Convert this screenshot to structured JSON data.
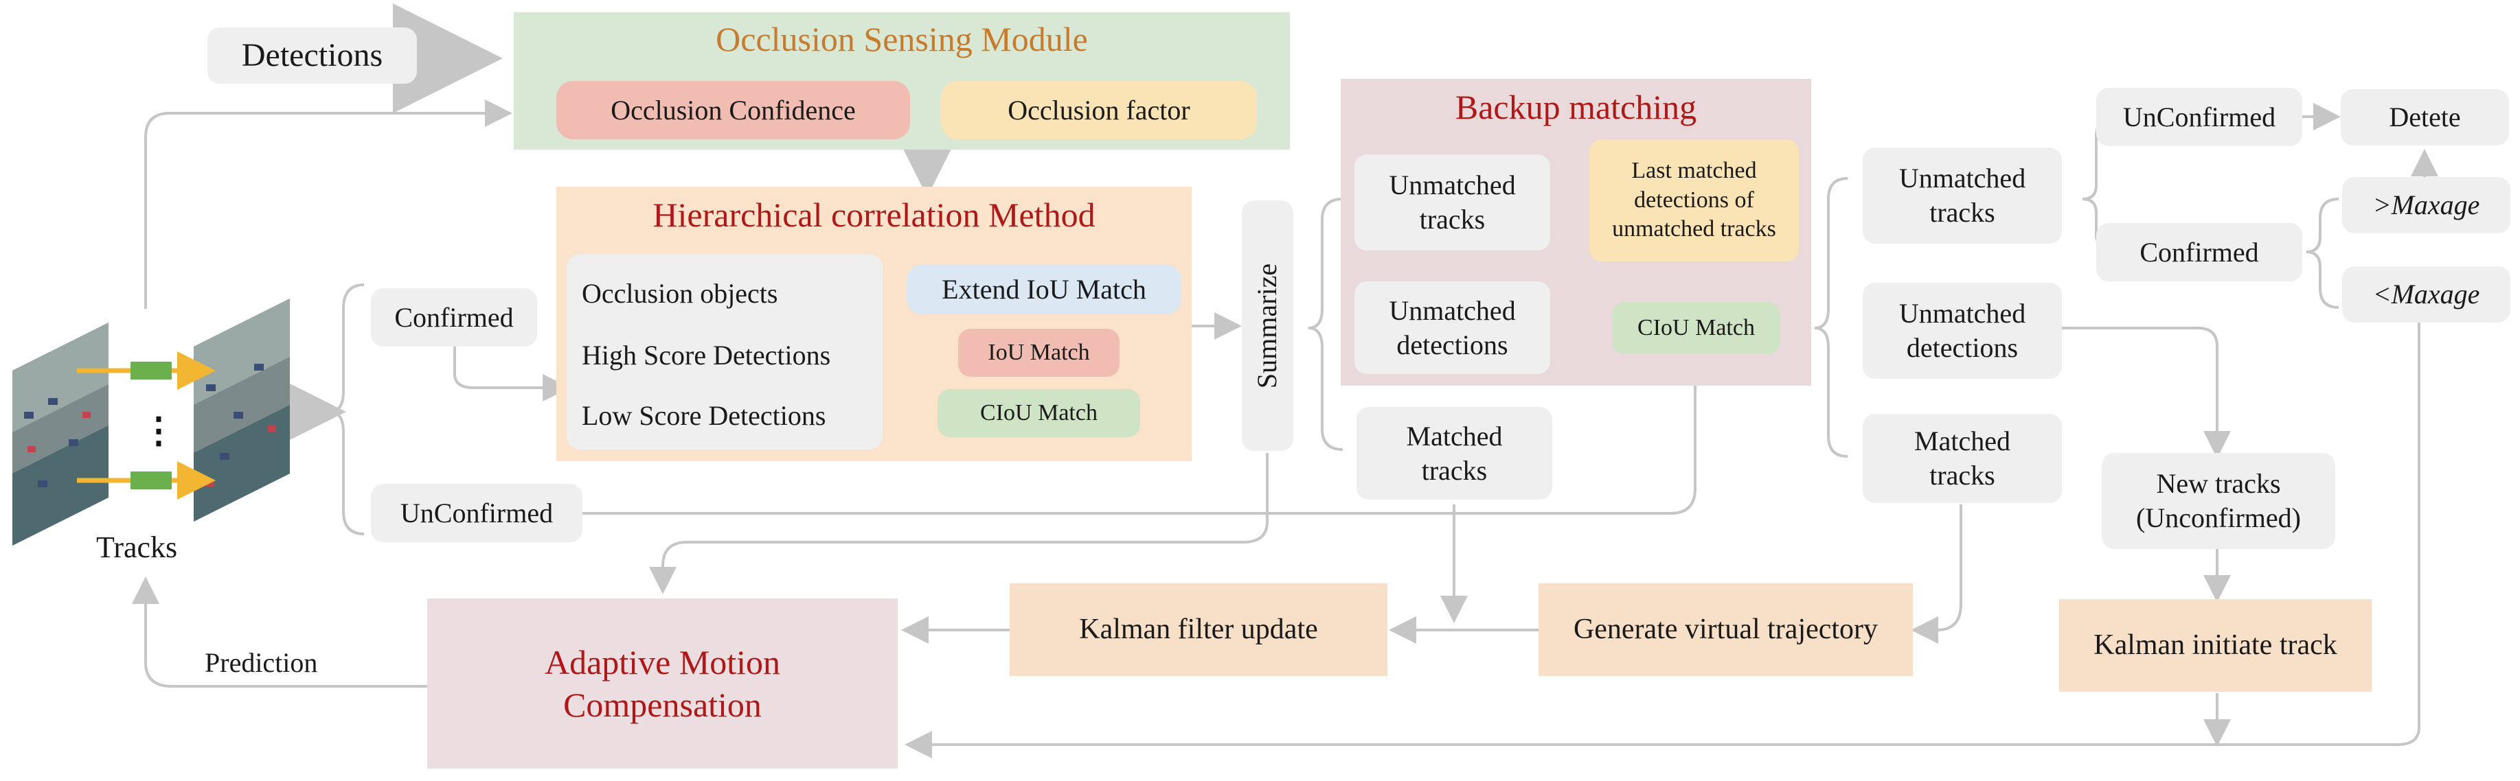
{
  "colors": {
    "gray_box": "#efefef",
    "osm_bg": "#d8e8d4",
    "osm_title": "#c77b2c",
    "red_title": "#b01818",
    "hcm_bg": "#fbe2cb",
    "backup_bg": "#e9d9db",
    "amc_bg": "#ecdde0",
    "peach": "#f8dfc7",
    "pink_pill": "#f1bdb2",
    "yellow_pill": "#fae3b4",
    "blue_pill": "#dbe8f4",
    "green_pill": "#cfe3c5",
    "arrow": "#c6c6c6"
  },
  "nodes": {
    "detections": "Detections",
    "tracks": "Tracks",
    "confirmed": "Confirmed",
    "unconfirmed": "UnConfirmed",
    "summarize": "Summarize",
    "prediction": "Prediction",
    "amc_line1": "Adaptive Motion",
    "amc_line2": "Compensation",
    "kalman_update": "Kalman filter update",
    "virtual_traj": "Generate virtual trajectory",
    "kalman_init": "Kalman initiate track",
    "new_tracks_line1": "New tracks",
    "new_tracks_line2": "(Unconfirmed)",
    "right_unmatched_tracks_line1": "Unmatched",
    "right_unmatched_tracks_line2": "tracks",
    "right_unmatched_dets_line1": "Unmatched",
    "right_unmatched_dets_line2": "detections",
    "right_matched_line1": "Matched",
    "right_matched_line2": "tracks",
    "final_unconfirmed": "UnConfirmed",
    "final_confirmed": "Confirmed",
    "delete": "Detete",
    "gt_maxage_sym": ">",
    "gt_maxage_word": "Maxage",
    "lt_maxage_sym": "<",
    "lt_maxage_word": "Maxage",
    "mid_matched_line1": "Matched",
    "mid_matched_line2": "tracks"
  },
  "osm": {
    "title": "Occlusion Sensing Module",
    "confidence": "Occlusion Confidence",
    "factor": "Occlusion factor"
  },
  "hcm": {
    "title": "Hierarchical correlation Method",
    "occ_objects": "Occlusion objects",
    "high_score": "High Score Detections",
    "low_score": "Low Score Detections",
    "extend_iou": "Extend IoU Match",
    "iou": "IoU Match",
    "ciou": "CIoU Match"
  },
  "backup": {
    "title": "Backup matching",
    "unmatched_tracks_line1": "Unmatched",
    "unmatched_tracks_line2": "tracks",
    "unmatched_dets_line1": "Unmatched",
    "unmatched_dets_line2": "detections",
    "last_matched_line1": "Last matched",
    "last_matched_line2": "detections of",
    "last_matched_line3": "unmatched tracks",
    "ciou": "CIoU Match"
  },
  "icons": {
    "track_frames": "aerial-video-frames-icon",
    "ellipsis": "⋮"
  }
}
